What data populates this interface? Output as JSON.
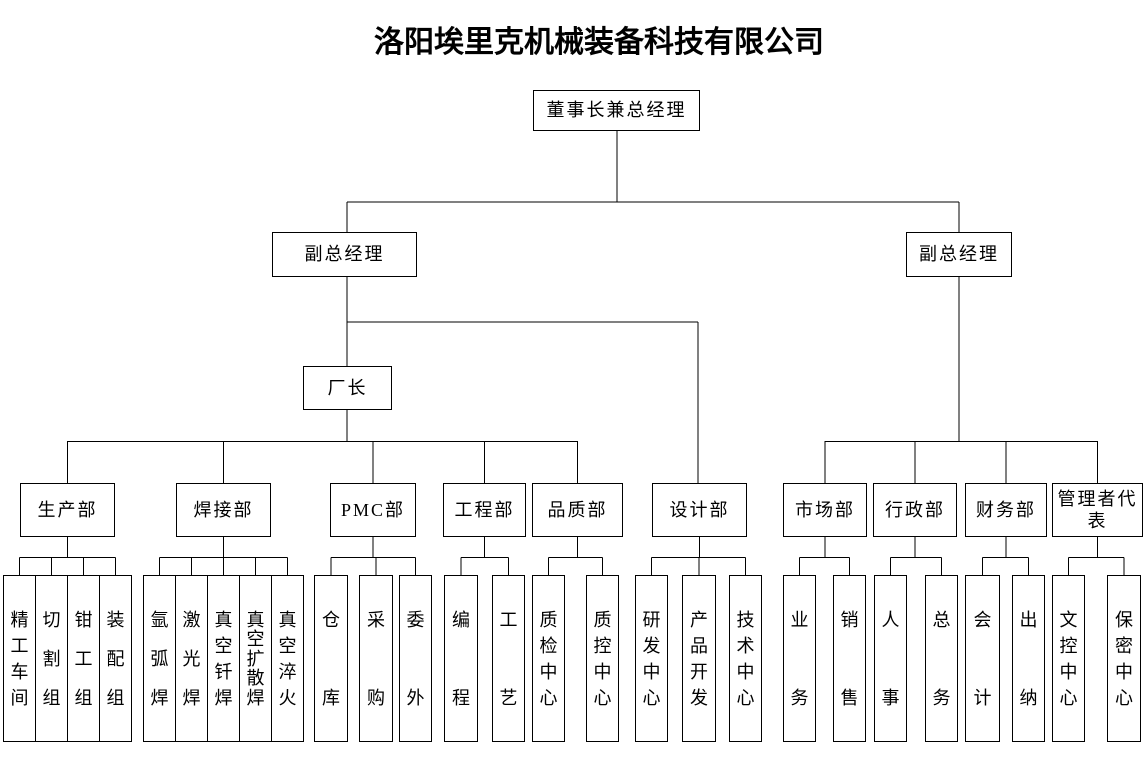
{
  "title": "洛阳埃里克机械装备科技有限公司",
  "colors": {
    "line": "#000000",
    "background": "#ffffff",
    "text": "#000000"
  },
  "org": {
    "root": {
      "label": "董事长兼总经理"
    },
    "deputy_left": {
      "label": "副总经理"
    },
    "deputy_right": {
      "label": "副总经理"
    },
    "factory_director": {
      "label": "厂长"
    },
    "departments": [
      {
        "label": "生产部",
        "children": [
          "精工车间",
          "切割组",
          "钳工组",
          "装配组"
        ]
      },
      {
        "label": "焊接部",
        "children": [
          "氩弧焊",
          "激光焊",
          "真空钎焊",
          "真空扩散焊",
          "真空淬火"
        ]
      },
      {
        "label": "PMC部",
        "children": [
          "仓库",
          "采购",
          "委外"
        ]
      },
      {
        "label": "工程部",
        "children": [
          "编程",
          "工艺"
        ]
      },
      {
        "label": "品质部",
        "children": [
          "质检中心",
          "质控中心"
        ]
      },
      {
        "label": "设计部",
        "children": [
          "研发中心",
          "产品开发",
          "技术中心"
        ]
      },
      {
        "label": "市场部",
        "children": [
          "业务",
          "销售"
        ]
      },
      {
        "label": "行政部",
        "children": [
          "人事",
          "总务"
        ]
      },
      {
        "label": "财务部",
        "children": [
          "会计",
          "出纳"
        ]
      },
      {
        "label": "管理者代表",
        "children": [
          "文控中心",
          "保密中心"
        ]
      }
    ]
  }
}
